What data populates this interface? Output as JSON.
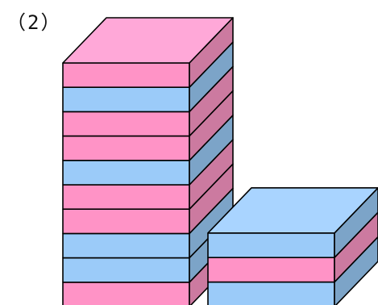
{
  "problem_label": "（2）",
  "colors": {
    "pink": {
      "front": "#ff93c6",
      "side": "#cc7aa0",
      "top": "#ffa8d8"
    },
    "blue": {
      "front": "#9bcbf9",
      "side": "#7ca4c8",
      "top": "#a9d4ff"
    },
    "stroke": "#000000"
  },
  "stacks": [
    {
      "name": "tall-stack",
      "layers_bottom_to_top": [
        "pink",
        "blue",
        "blue",
        "pink",
        "pink",
        "blue",
        "pink",
        "pink",
        "blue",
        "pink"
      ],
      "top_color": "pink"
    },
    {
      "name": "short-stack",
      "layers_bottom_to_top": [
        "blue",
        "pink",
        "blue"
      ],
      "top_color": "blue"
    }
  ]
}
